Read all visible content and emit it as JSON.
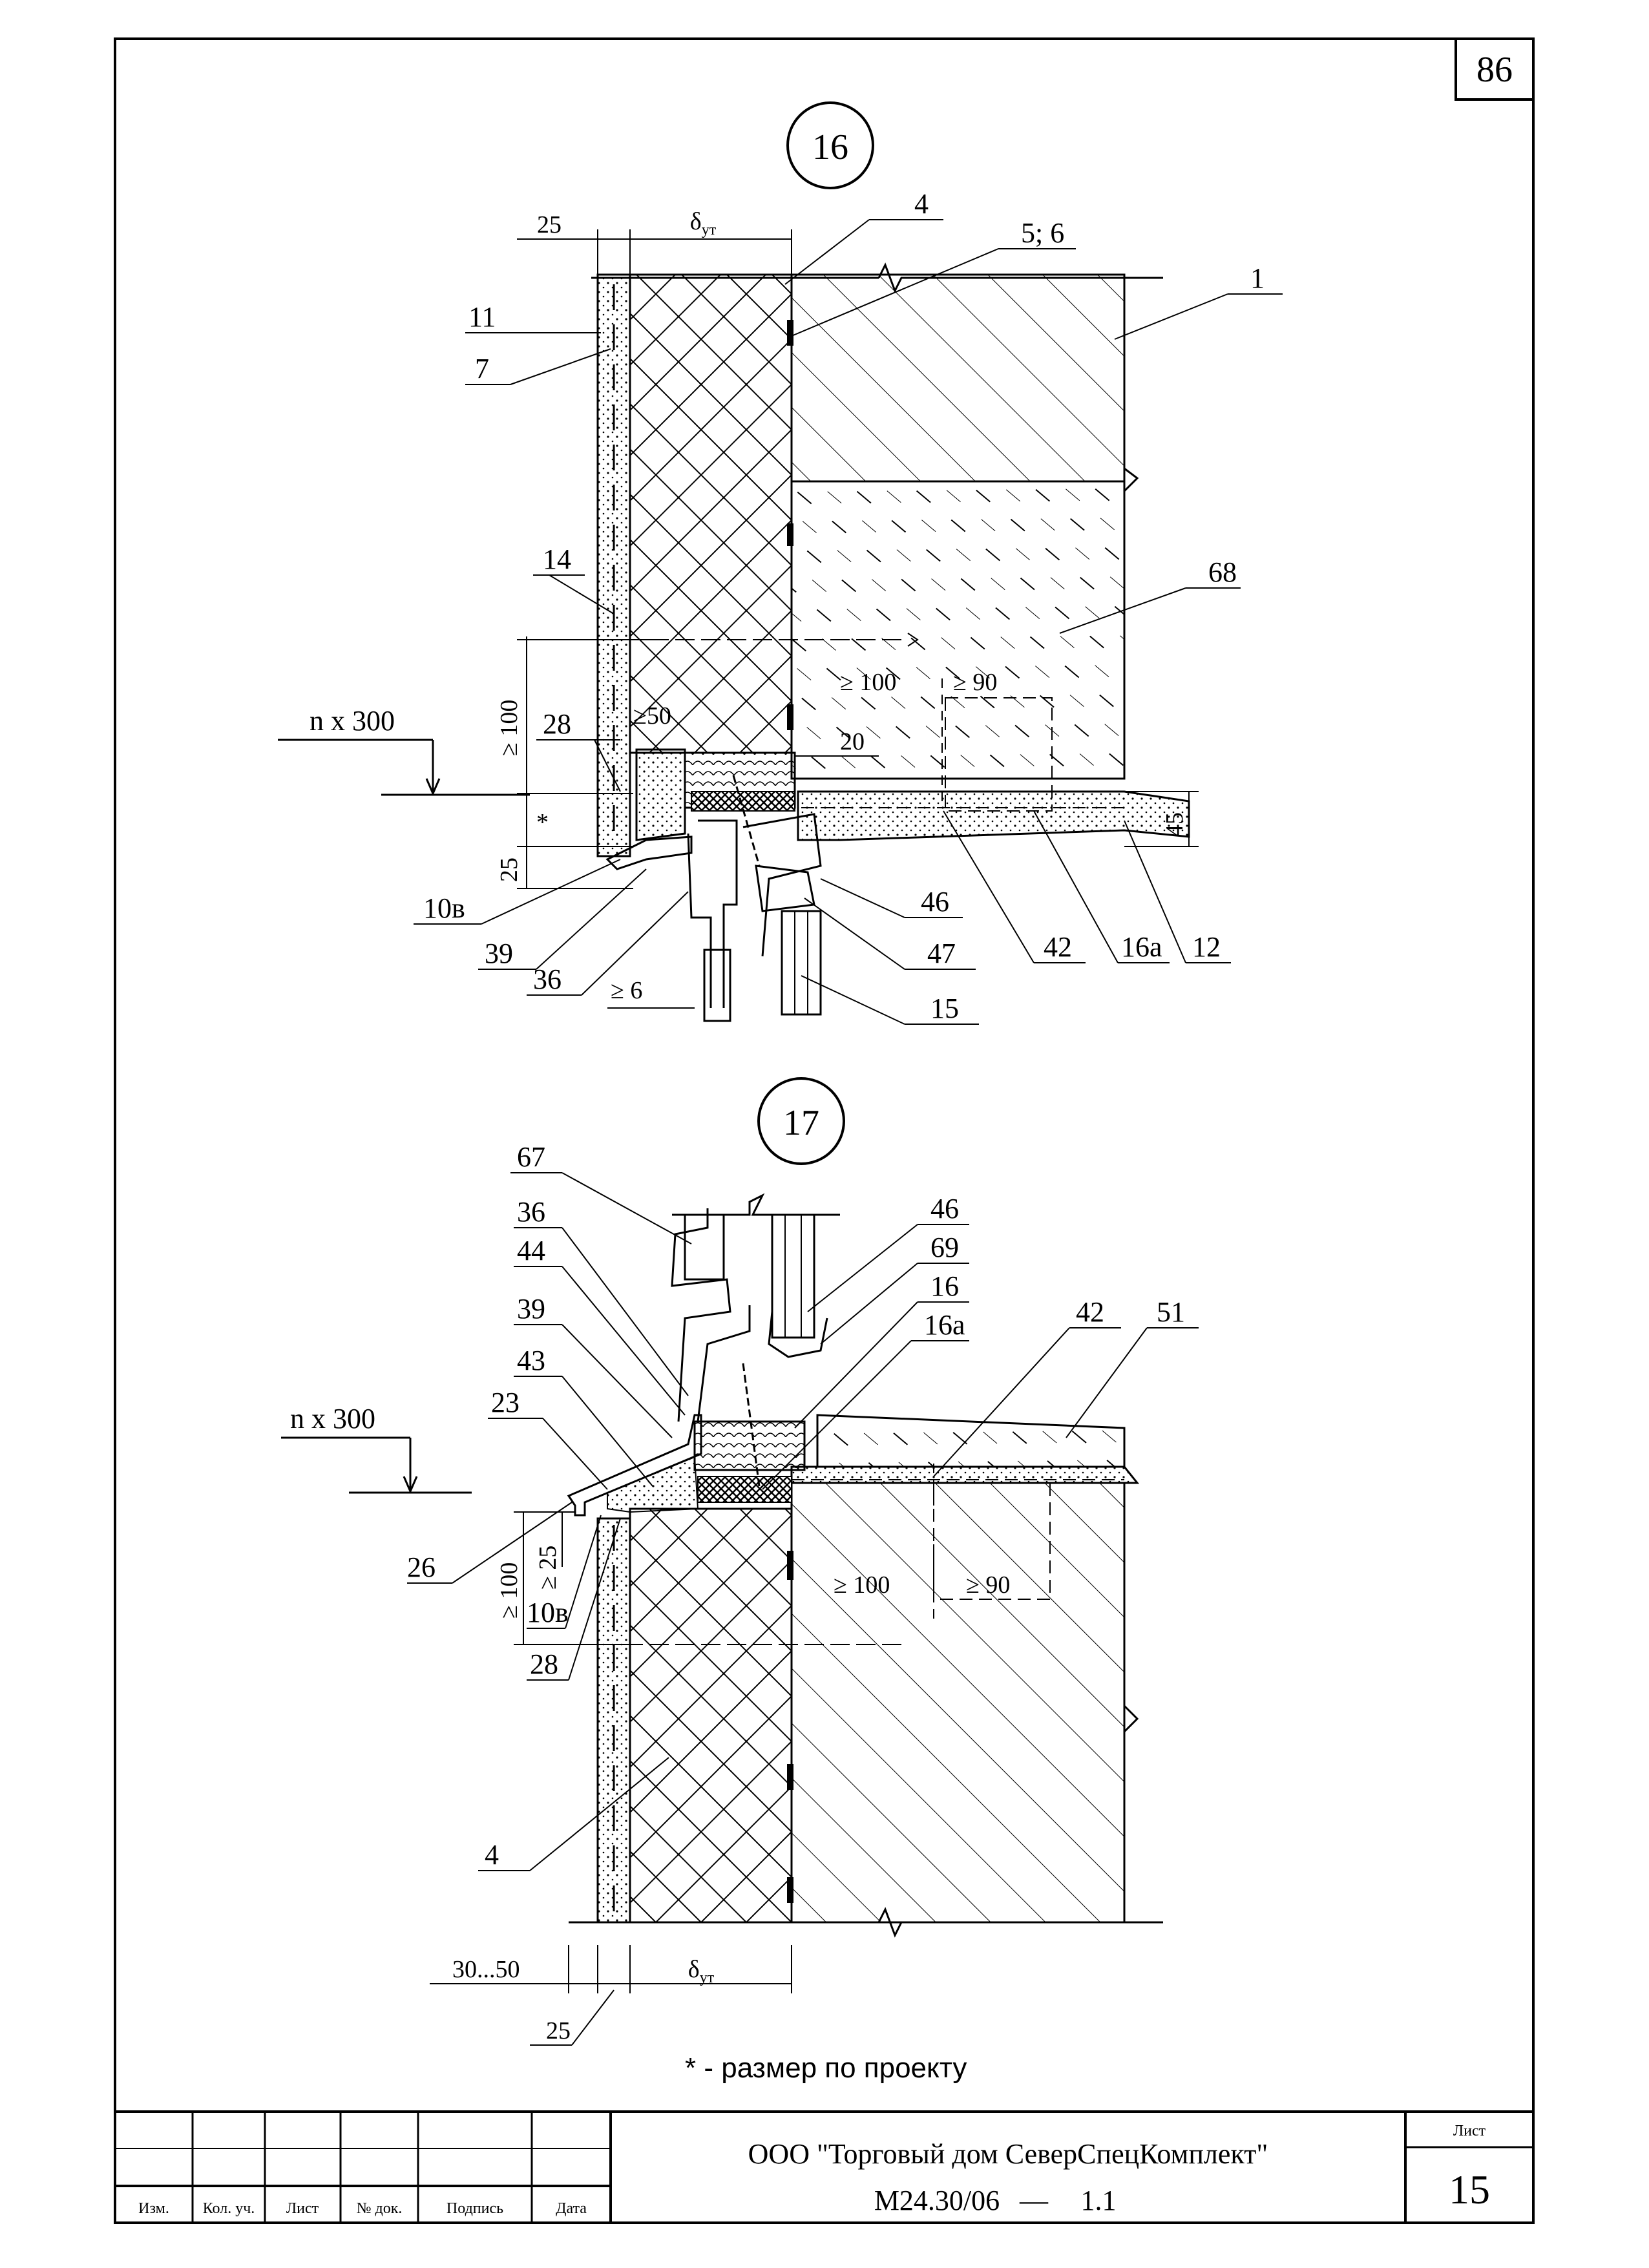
{
  "sheet": {
    "corner_number": "86",
    "footnote": "* - размер по проекту"
  },
  "detail16": {
    "marker": "16",
    "dims": {
      "w25": "25",
      "delta": "δ",
      "delta_sub": "ут",
      "star": "*",
      "d25": "25",
      "ge100": "≥ 100",
      "ge50": "≥50",
      "ge100b": "≥ 100",
      "ge90": "≥ 90",
      "d20": "20",
      "d45": "45",
      "ge6": "≥ 6",
      "n300": "n x 300"
    },
    "labels": {
      "l4": "4",
      "l56": "5; 6",
      "l1": "1",
      "l11": "11",
      "l7": "7",
      "l14": "14",
      "l68": "68",
      "l28": "28",
      "l10v": "10в",
      "l39": "39",
      "l36": "36",
      "l46": "46",
      "l47": "47",
      "l15": "15",
      "l42": "42",
      "l16a": "16а",
      "l12": "12"
    }
  },
  "detail17": {
    "marker": "17",
    "dims": {
      "n300": "n x 300",
      "ge25": "≥ 25",
      "ge100": "≥ 100",
      "ge100b": "≥ 100",
      "ge90": "≥ 90",
      "d3050": "30...50",
      "d25": "25",
      "delta": "δ",
      "delta_sub": "ут"
    },
    "labels": {
      "l67": "67",
      "l36": "36",
      "l44": "44",
      "l39": "39",
      "l43": "43",
      "l23": "23",
      "l26": "26",
      "l10v": "10в",
      "l28": "28",
      "l46": "46",
      "l69": "69",
      "l16": "16",
      "l16a": "16а",
      "l42": "42",
      "l51": "51",
      "l4": "4"
    }
  },
  "title_block": {
    "columns": [
      "Изм.",
      "Кол. уч.",
      "Лист",
      "№ док.",
      "Подпись",
      "Дата"
    ],
    "company": "ООО \"Торговый дом СеверСпецКомплект\"",
    "doc_code": "М24.30/06",
    "doc_dash": "—",
    "doc_rev": "1.1",
    "sheet_label": "Лист",
    "sheet_number": "15"
  }
}
